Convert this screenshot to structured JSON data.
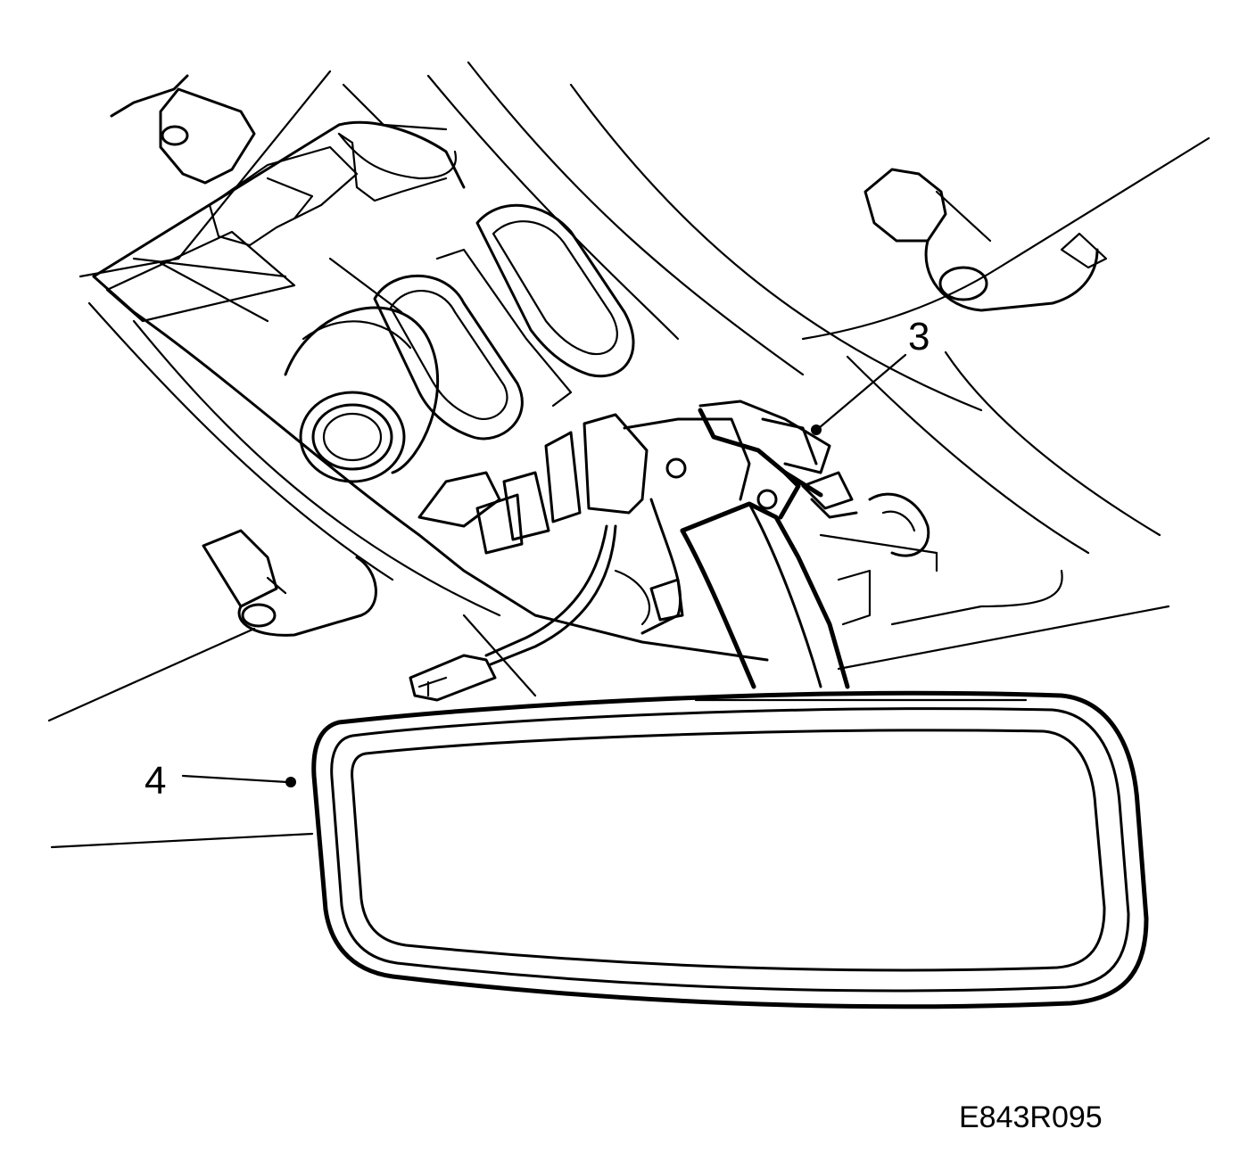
{
  "callouts": [
    {
      "label": "3",
      "part": "mirror-mount-bracket"
    },
    {
      "label": "4",
      "part": "interior-rear-view-mirror"
    }
  ],
  "figure_id": "E843R095"
}
